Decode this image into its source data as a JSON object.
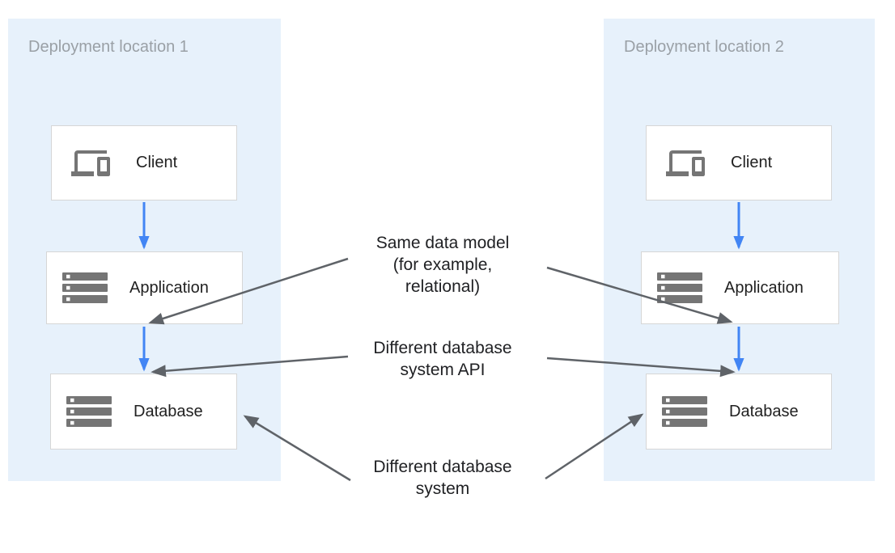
{
  "colors": {
    "panel_bg": "#E7F1FB",
    "flow_arrow": "#4285F4",
    "annotation_arrow": "#5F6368",
    "icon_gray": "#757575",
    "panel_title": "#9AA0A6",
    "box_border": "#D6D6D6",
    "box_label": "#212121",
    "annotation_text": "#202124"
  },
  "panels": [
    {
      "title": "Deployment location 1",
      "boxes": [
        {
          "label": "Client",
          "icon": "devices-icon"
        },
        {
          "label": "Application",
          "icon": "server-stack-icon"
        },
        {
          "label": "Database",
          "icon": "server-stack-icon"
        }
      ]
    },
    {
      "title": "Deployment location 2",
      "boxes": [
        {
          "label": "Client",
          "icon": "devices-icon"
        },
        {
          "label": "Application",
          "icon": "server-stack-icon"
        },
        {
          "label": "Database",
          "icon": "server-stack-icon"
        }
      ]
    }
  ],
  "annotations": [
    {
      "text": "Same data model\n(for example,\nrelational)"
    },
    {
      "text": "Different database\nsystem API"
    },
    {
      "text": "Different database\nsystem"
    }
  ]
}
